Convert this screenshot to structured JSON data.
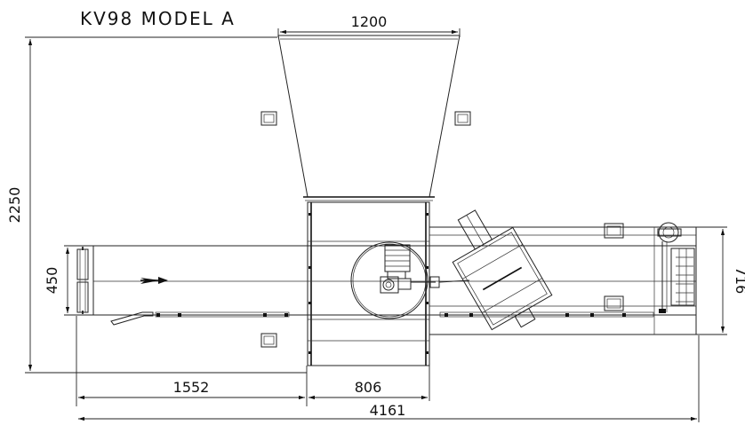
{
  "title": "KV98 MODEL A",
  "dimensions": {
    "hopper_width": "1200",
    "total_height": "2250",
    "conveyor_width": "450",
    "right_width": "716",
    "left_length": "1552",
    "frame_width": "806",
    "total_length": "4161"
  },
  "colors": {
    "line": "#222222",
    "background": "#ffffff"
  }
}
